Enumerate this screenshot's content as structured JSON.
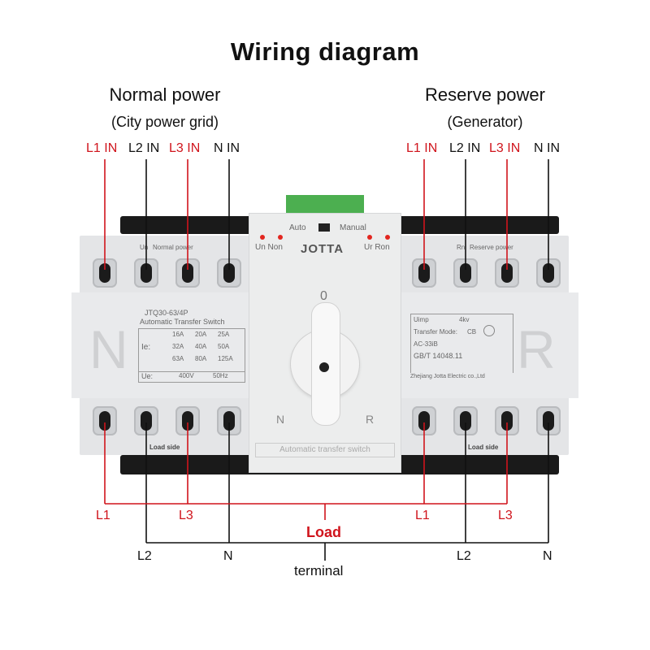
{
  "title": "Wiring diagram",
  "normal": {
    "title": "Normal power",
    "subtitle": "(City power grid)",
    "inputs": [
      "L1 IN",
      "L2 IN",
      "L3 IN",
      "N IN"
    ]
  },
  "reserve": {
    "title": "Reserve power",
    "subtitle": "(Generator)",
    "inputs": [
      "L1 IN",
      "L2 IN",
      "L3 IN",
      "N IN"
    ]
  },
  "outputs": {
    "left": [
      "L1",
      "L3",
      "L2",
      "N"
    ],
    "right": [
      "L1",
      "L3",
      "L2",
      "N"
    ],
    "load": "Load",
    "terminal": "terminal"
  },
  "device": {
    "brand": "JOTTA",
    "model": "JTQ30-63/4P",
    "type": "Automatic Transfer Switch",
    "ie_label": "Ie:",
    "ratings": [
      "16A",
      "20A",
      "25A",
      "32A",
      "40A",
      "50A",
      "63A",
      "80A",
      "125A"
    ],
    "ue_label": "Ue:",
    "voltage": "400V",
    "frequency": "50Hz",
    "normal_power_label": "Normal power",
    "reserve_power_label": "Reserve power",
    "un_label": "Un",
    "rn_label": "Rn",
    "load_side": "Load side",
    "mode_auto": "Auto",
    "mode_manual": "Manual",
    "led_left": "Un Non",
    "led_right": "Ur Ron",
    "uimp": "Uimp",
    "uimp_value": "4kv",
    "transfer_mode": "Transfer Mode:",
    "transfer_mode_value": "CB",
    "ac_class": "AC-33iB",
    "standard": "GB/T 14048.11",
    "manufacturer": "Zhejiang Jotta Electric co.,Ltd",
    "bottom_label": "Automatic transfer switch",
    "pos_0": "0",
    "pos_n": "N",
    "pos_r": "R",
    "big_n": "N",
    "big_r": "R"
  },
  "colors": {
    "phase": "#d0141c",
    "neutral": "#111111"
  }
}
